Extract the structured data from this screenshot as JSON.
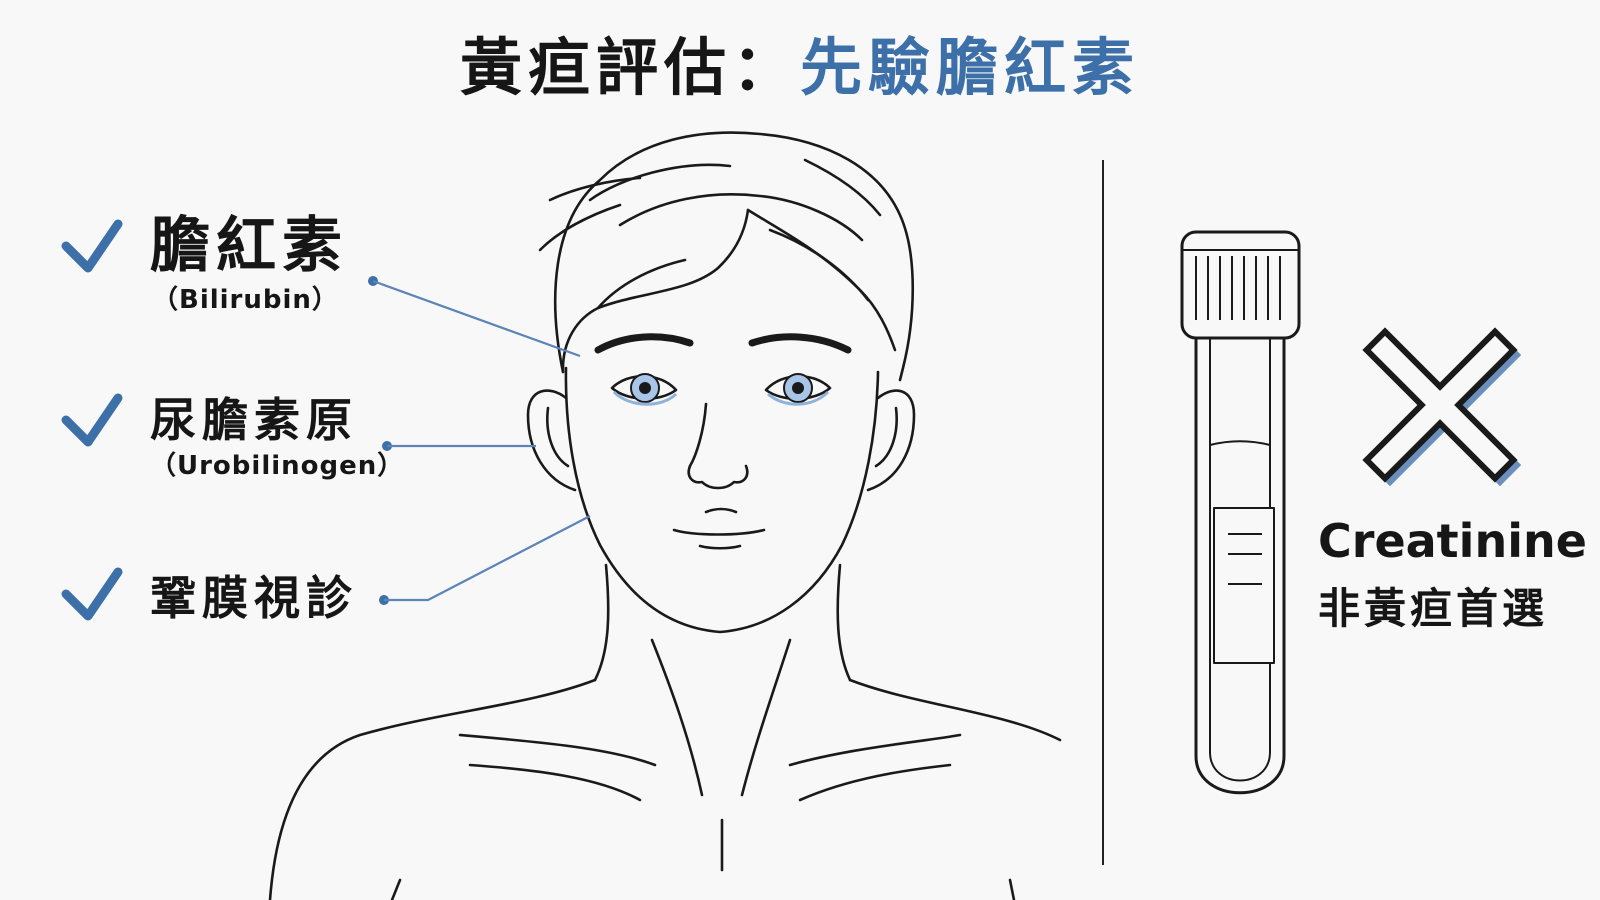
{
  "title": {
    "main": "黃疸評估：",
    "highlight": "先驗膽紅素"
  },
  "labels": [
    {
      "zh": "膽紅素",
      "en": "（Bilirubin）"
    },
    {
      "zh": "尿膽素原",
      "en": "（Urobilinogen）"
    },
    {
      "zh": "鞏膜視診",
      "en": ""
    }
  ],
  "side": {
    "name": "Creatinine",
    "note": "非黃疸首選"
  },
  "icons": {
    "check": "check-icon",
    "cross": "cross-icon",
    "tube": "test-tube-icon"
  },
  "colors": {
    "accent": "#3d6fa8",
    "line": "#5b84b8",
    "ink": "#161616",
    "iris": "#a9c6e8"
  }
}
